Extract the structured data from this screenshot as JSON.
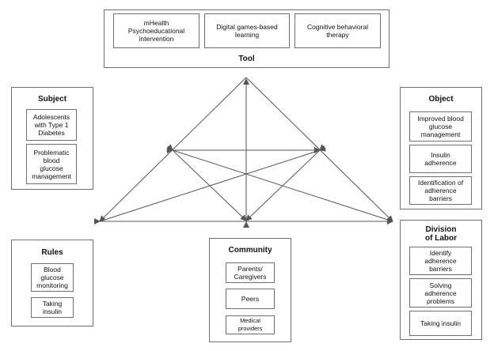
{
  "tool": {
    "title": "Tool",
    "items": [
      "mHealth\nPsychoeducational\nintervention",
      "Digital games-based\nlearning",
      "Cognitive behavioral\ntherapy"
    ]
  },
  "subject": {
    "title": "Subject",
    "items": [
      "Adolescents\nwith Type 1\nDiabetes",
      "Problematic\nblood\nglucose\nmanagement"
    ]
  },
  "object": {
    "title": "Object",
    "items": [
      "Improved blood\nglucose\nmanagement",
      "Insulin\nadherence",
      "Identification of\nadherence\nbarriers"
    ]
  },
  "rules": {
    "title": "Rules",
    "items": [
      "Blood\nglucose\nmonitoring",
      "Taking\ninsulin"
    ]
  },
  "community": {
    "title": "Community",
    "items": [
      "Parents/\nCaregivers",
      "Peers",
      "Medical\nproviders"
    ]
  },
  "division": {
    "title": "Division\nof Labor",
    "items": [
      "Identify\nadherence\nbarriers",
      "Solving\nadherence\nproblems",
      "Taking insulin"
    ]
  },
  "colors": {
    "line": "#555555",
    "border": "#6f6f6f"
  }
}
